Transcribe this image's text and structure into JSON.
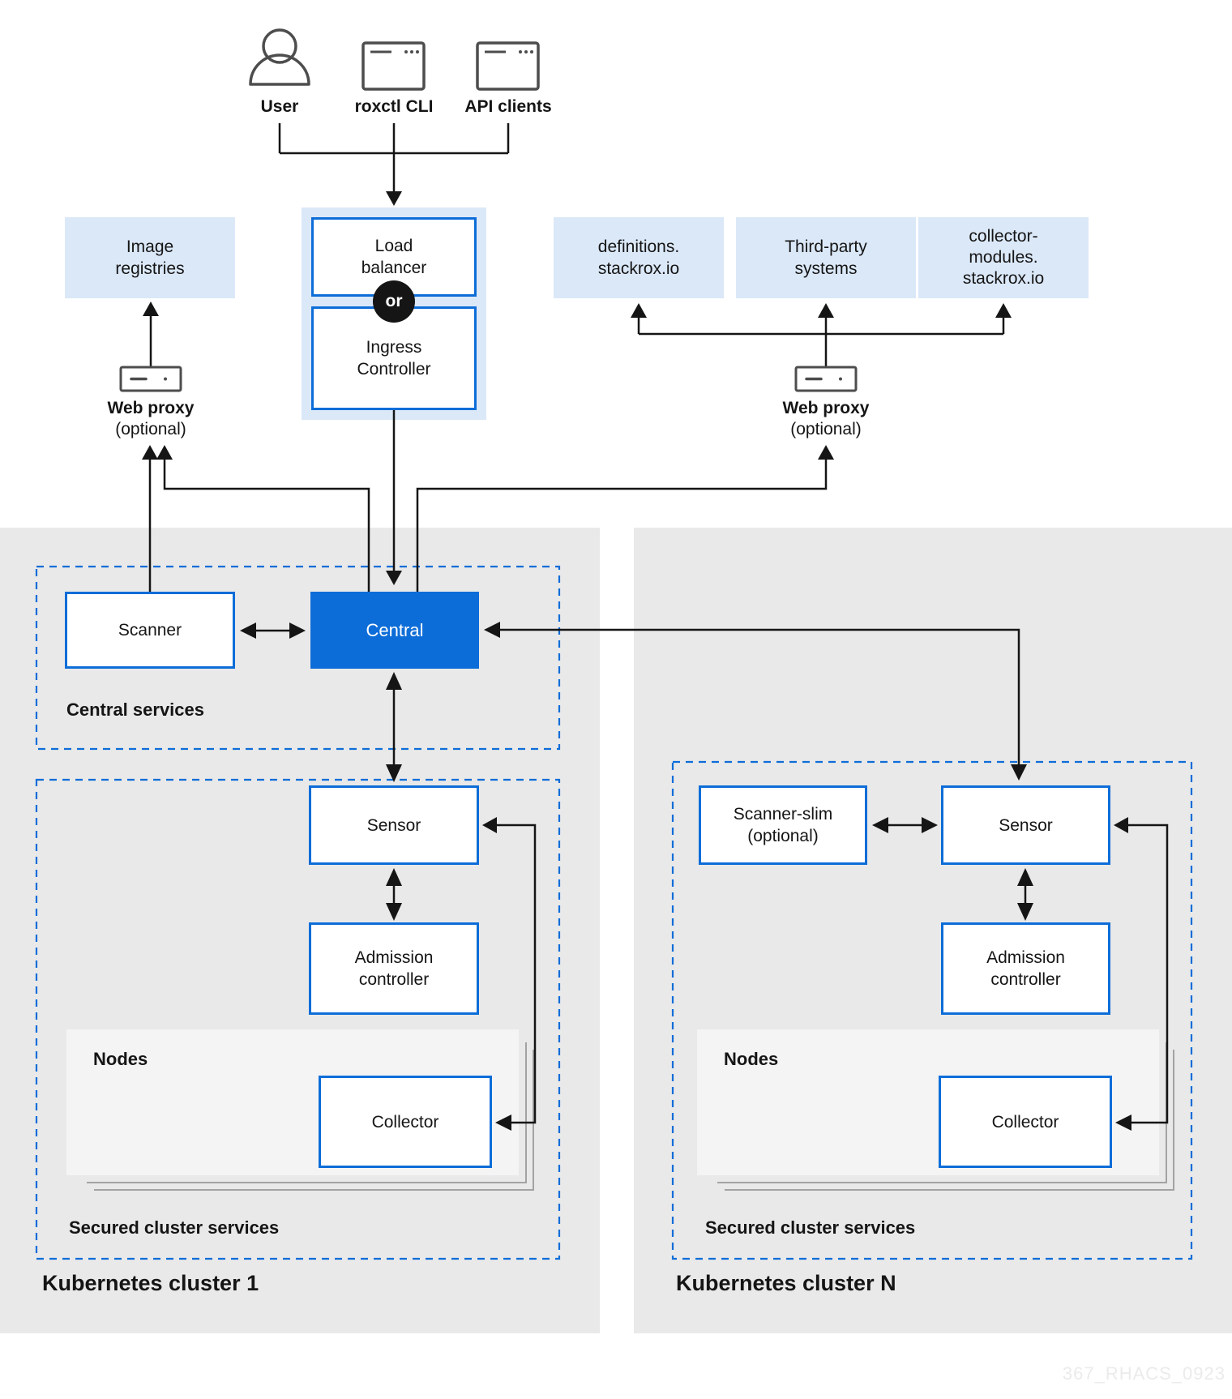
{
  "watermark": "367_RHACS_0923",
  "colors": {
    "accent_blue": "#0d6dd8",
    "light_blue_fill": "#dbe8f8",
    "panel_gray": "#e9e9e9",
    "nodes_gray": "#f4f4f4",
    "line_black": "#151515",
    "or_badge_black": "#151515"
  },
  "actors": {
    "user": "User",
    "roxctl": "roxctl CLI",
    "api_clients": "API clients"
  },
  "entry": {
    "load_balancer": [
      "Load",
      "balancer"
    ],
    "or_badge": "or",
    "ingress_controller": [
      "Ingress",
      "Controller"
    ]
  },
  "external": {
    "image_registries": [
      "Image",
      "registries"
    ],
    "definitions": [
      "definitions.",
      "stackrox.io"
    ],
    "third_party": [
      "Third-party",
      "systems"
    ],
    "collector_modules": [
      "collector-",
      "modules.",
      "stackrox.io"
    ],
    "web_proxy_left": {
      "name": "Web proxy",
      "note": "(optional)"
    },
    "web_proxy_right": {
      "name": "Web proxy",
      "note": "(optional)"
    }
  },
  "central_services": {
    "label": "Central services",
    "scanner": "Scanner",
    "central": "Central"
  },
  "cluster_1": {
    "title": "Kubernetes cluster 1",
    "secured_label": "Secured cluster services",
    "sensor": "Sensor",
    "admission_controller": [
      "Admission",
      "controller"
    ],
    "nodes_label": "Nodes",
    "collector": "Collector"
  },
  "cluster_n": {
    "title": "Kubernetes cluster N",
    "secured_label": "Secured cluster services",
    "scanner_slim": [
      "Scanner-slim",
      "(optional)"
    ],
    "sensor": "Sensor",
    "admission_controller": [
      "Admission",
      "controller"
    ],
    "nodes_label": "Nodes",
    "collector": "Collector"
  }
}
